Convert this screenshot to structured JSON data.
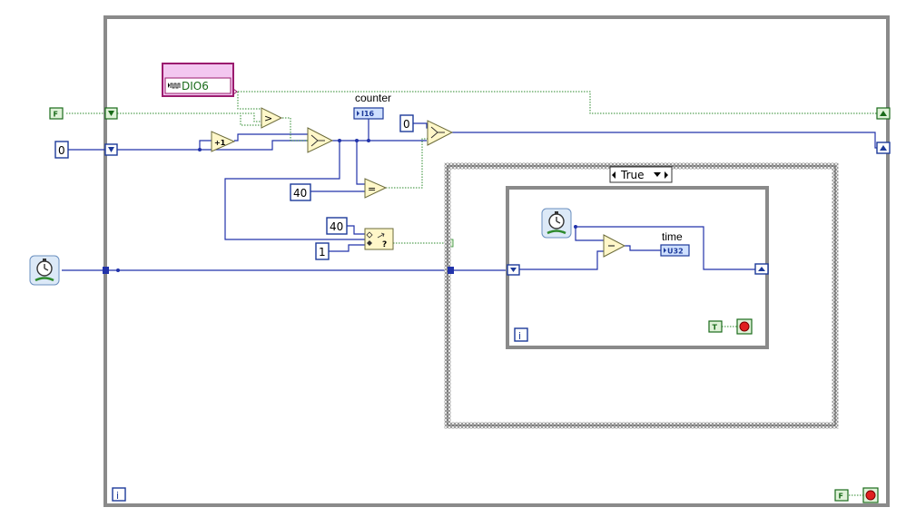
{
  "labels": {
    "counter": "counter",
    "time": "time"
  },
  "constants": {
    "init_zero_left": "0",
    "zero_top": "0",
    "forty_eq": "40",
    "forty_range": "40",
    "one_range": "1",
    "false_left": "F",
    "false_bottom": "F",
    "true_inner": "T"
  },
  "indicators": {
    "counter_type": "I16",
    "time_type": "U32"
  },
  "dio": {
    "name": "DIO6"
  },
  "case_structure": {
    "selector": "True"
  },
  "loops": {
    "iteration_outer": "i",
    "iteration_inner": "i"
  },
  "nodes": {
    "increment": "+1",
    "greater": ">",
    "equal": "=",
    "unknown_terminal": "?"
  },
  "colors": {
    "loop_frame": "#8a8a8a",
    "numeric_wire": "#2233aa",
    "boolean_wire": "#2d8a2d",
    "dio_frame": "#9b1b6e",
    "dio_fill": "#f3c7f0"
  },
  "icons": [
    "tick-count-icon",
    "stop-icon",
    "select-icon",
    "in-range-icon",
    "subtract-icon",
    "dio-waveform-icon"
  ]
}
